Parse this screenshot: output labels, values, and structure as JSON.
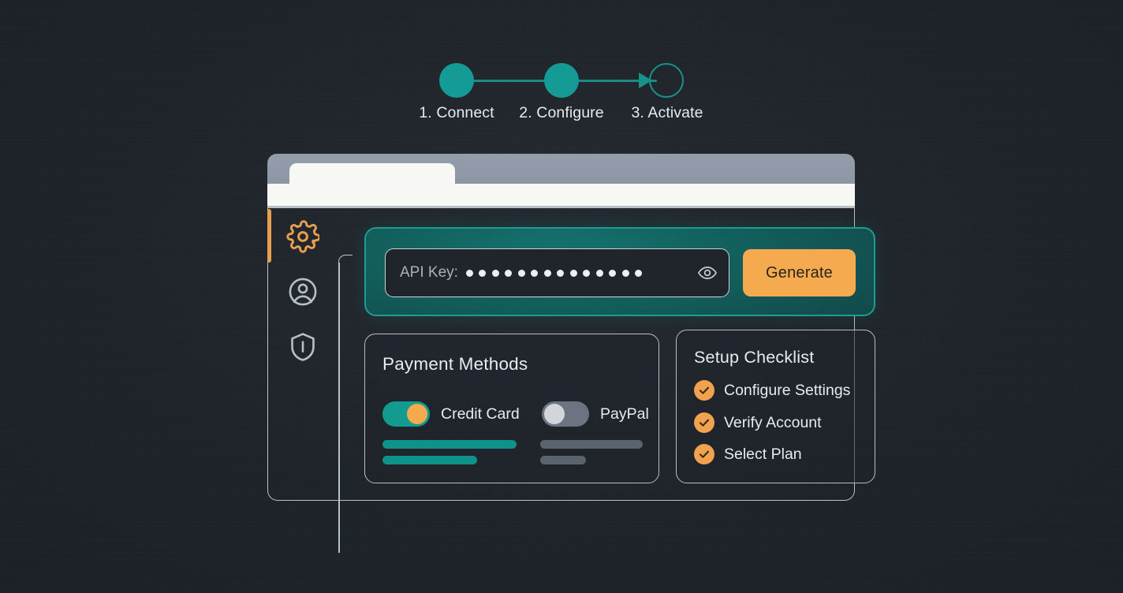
{
  "stepper": {
    "steps": [
      {
        "label": "1. Connect",
        "state": "complete",
        "icon": "filled-circle-icon"
      },
      {
        "label": "2. Configure",
        "state": "complete",
        "icon": "filled-circle-icon"
      },
      {
        "label": "3. Activate",
        "state": "pending",
        "icon": "hollow-circle-icon"
      }
    ],
    "connector_icon": "arrow-right-icon",
    "active_color": "#159b95",
    "track_color": "#1a8c86"
  },
  "window": {
    "tab_label": "",
    "chrome_color": "#8b95a4",
    "toolbar_color": "#f7f7f3",
    "border_color": "#b9c1ca"
  },
  "sidebar": {
    "active_accent_color": "#e8a04e",
    "items": [
      {
        "name": "settings",
        "icon": "gear-icon",
        "active": true
      },
      {
        "name": "account",
        "icon": "user-icon",
        "active": false
      },
      {
        "name": "security",
        "icon": "shield-icon",
        "active": false
      }
    ]
  },
  "api_panel": {
    "accent_color": "#1f9b92",
    "field": {
      "label": "API Key:",
      "masked_value": "••••••••••••••",
      "dot_count": 14,
      "reveal_icon": "eye-icon"
    },
    "generate_label": "Generate",
    "generate_color": "#f6aa50"
  },
  "payment_card": {
    "title": "Payment Methods",
    "methods": [
      {
        "label": "Credit Card",
        "enabled": true,
        "track_color": "#139b90",
        "knob_color": "#f6aa4e"
      },
      {
        "label": "PayPal",
        "enabled": false,
        "track_color": "#6b7480",
        "knob_color": "#d2d6db"
      }
    ],
    "bars": [
      {
        "column": "left",
        "fill": "teal",
        "width_pct": 100
      },
      {
        "column": "left",
        "fill": "teal",
        "width_pct": 71
      },
      {
        "column": "right",
        "fill": "grey",
        "width_pct": 100
      },
      {
        "column": "right",
        "fill": "grey",
        "width_pct": 45
      }
    ]
  },
  "checklist_card": {
    "title": "Setup Checklist",
    "check_color": "#f0a24e",
    "items": [
      {
        "label": "Configure Settings",
        "checked": true,
        "icon": "check-circle-icon"
      },
      {
        "label": "Verify Account",
        "checked": true,
        "icon": "check-circle-icon"
      },
      {
        "label": "Select Plan",
        "checked": true,
        "icon": "check-circle-icon"
      }
    ]
  }
}
